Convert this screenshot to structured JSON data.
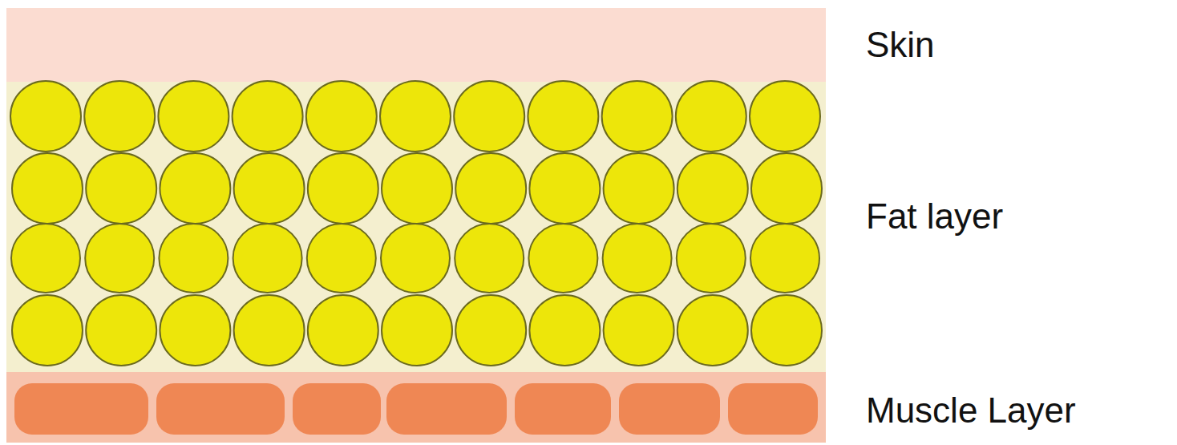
{
  "diagram": {
    "nodes": [
      {
        "text": [
          "Skin"
        ]
      },
      {
        "text": [
          "Fat layer"
        ]
      },
      {
        "text": [
          "Muscle Layer"
        ]
      }
    ]
  }
}
